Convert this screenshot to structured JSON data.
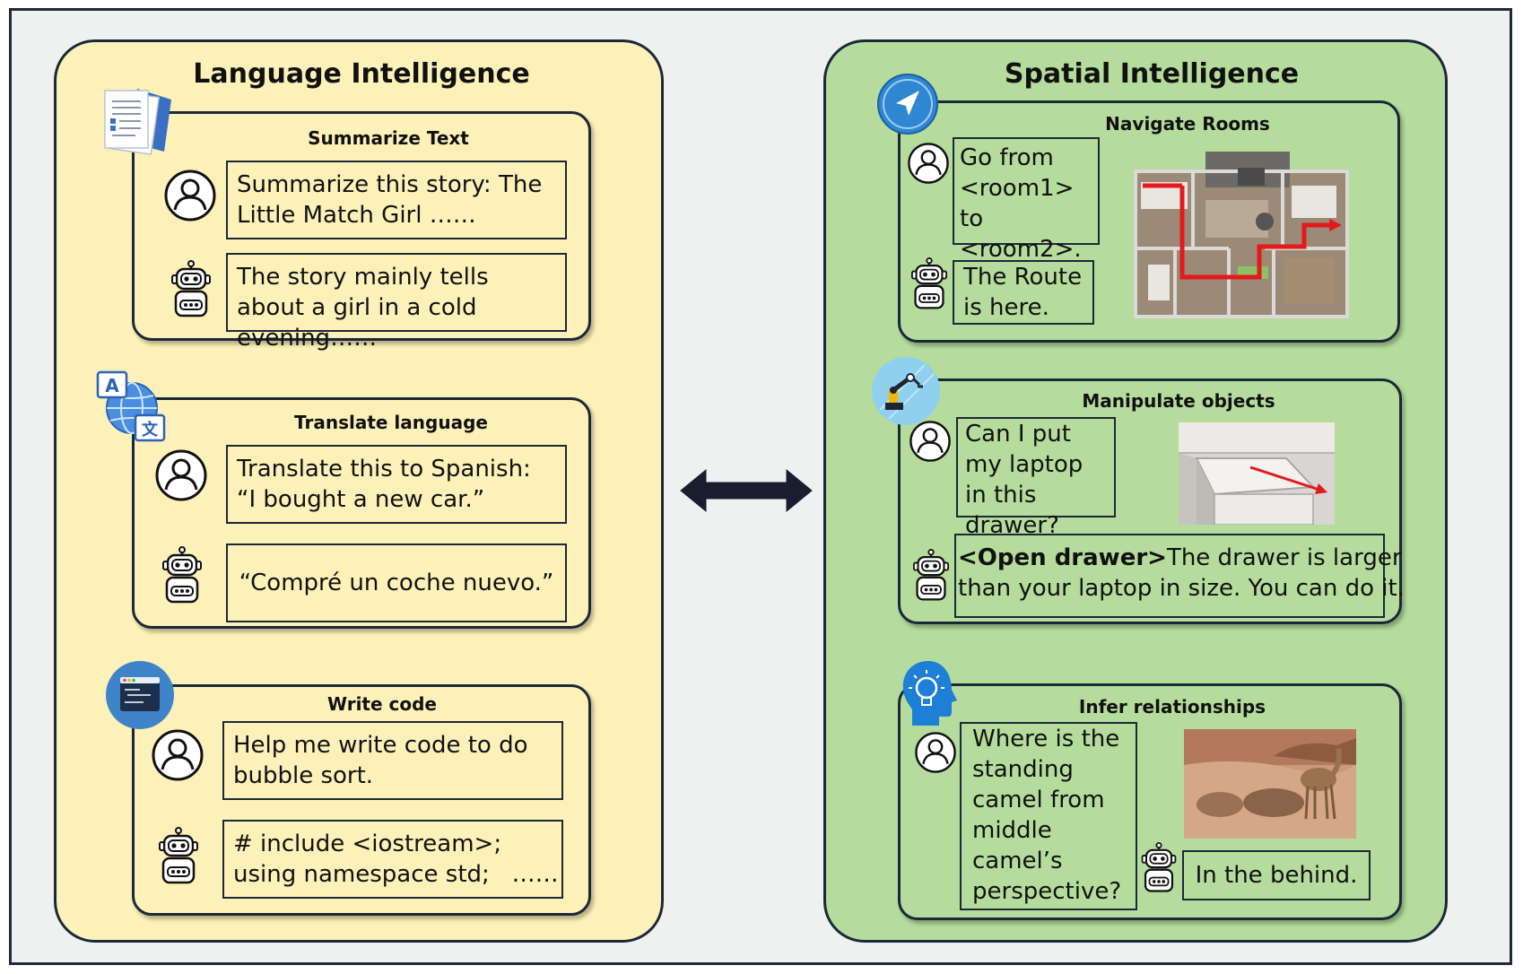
{
  "language": {
    "title": "Language Intelligence",
    "cards": [
      {
        "title": "Summarize Text",
        "user": "Summarize this story: The Little Match Girl ……",
        "bot": "The story mainly tells about a girl in a cold evening……"
      },
      {
        "title": "Translate language",
        "user": "Translate this to Spanish: “I bought a new car.”",
        "bot": "“Compré un coche nuevo.”"
      },
      {
        "title": "Write code",
        "user": "Help me write code to do bubble sort.",
        "bot_line1": "# include <iostream>;",
        "bot_line2": "using namespace std;   ……"
      }
    ]
  },
  "spatial": {
    "title": "Spatial Intelligence",
    "cards": [
      {
        "title": "Navigate Rooms",
        "user": "Go from <room1> to <room2>.",
        "bot_line1": "The Route",
        "bot_line2": "is here."
      },
      {
        "title": "Manipulate objects",
        "user": "Can I put my laptop in this drawer?",
        "bot_action": "<Open drawer>",
        "bot_line1": "The drawer is larger",
        "bot_line2": "than your laptop in size. You can do it."
      },
      {
        "title": "Infer relationships",
        "user": "Where is the standing camel from middle camel’s perspective?",
        "bot": "In the behind."
      }
    ]
  },
  "colors": {
    "language_panel": "#fcf1b9",
    "spatial_panel": "#b5dc9c",
    "border": "#1b2838",
    "route": "#e3191c",
    "arrow": "#1a1d2e"
  },
  "icons": [
    "documents-icon",
    "translate-globe-icon",
    "code-window-icon",
    "navigation-arrow-icon",
    "robot-arm-icon",
    "lightbulb-head-icon",
    "user-avatar-icon",
    "robot-icon",
    "double-arrow-icon"
  ]
}
